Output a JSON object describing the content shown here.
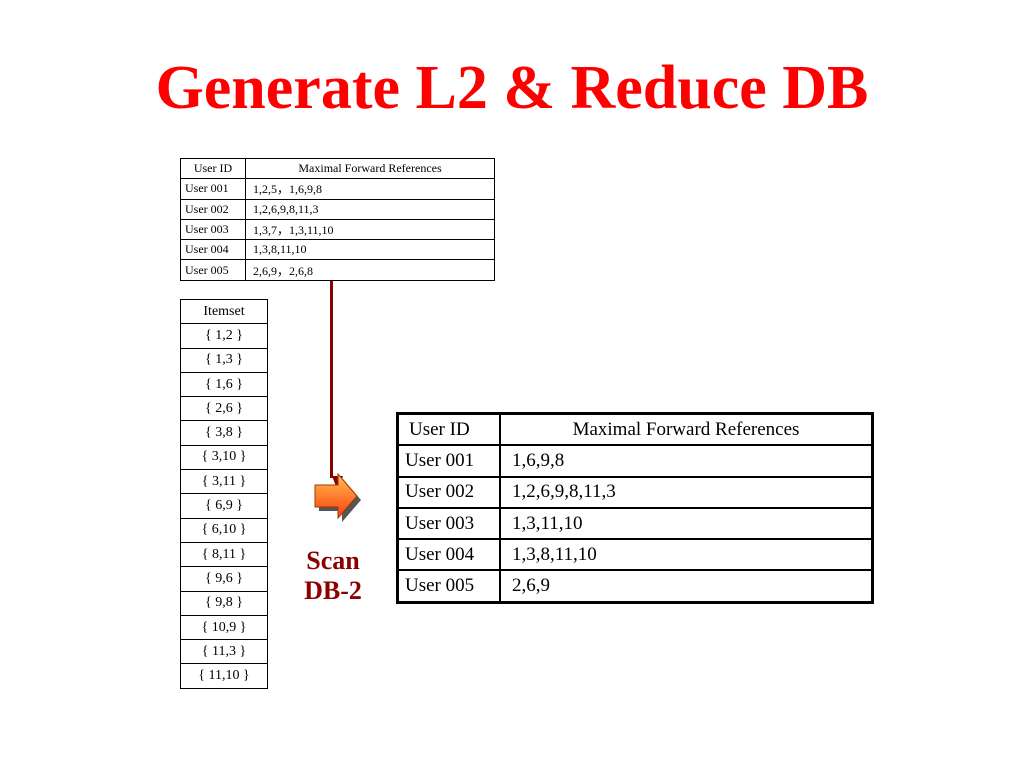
{
  "slide": {
    "title": "Generate L2 & Reduce DB"
  },
  "original_db": {
    "headers": [
      "User ID",
      "Maximal Forward References"
    ],
    "rows": [
      {
        "user": "User 001",
        "refs": "1,2,5，1,6,9,8"
      },
      {
        "user": "User 002",
        "refs": "1,2,6,9,8,11,3"
      },
      {
        "user": "User 003",
        "refs": "1,3,7，1,3,11,10"
      },
      {
        "user": "User 004",
        "refs": "1,3,8,11,10"
      },
      {
        "user": "User 005",
        "refs": "2,6,9，2,6,8"
      }
    ]
  },
  "itemsets": {
    "header": "Itemset",
    "items": [
      "{ 1,2 }",
      "{ 1,3 }",
      "{ 1,6 }",
      "{ 2,6 }",
      "{ 3,8 }",
      "{ 3,10 }",
      "{ 3,11 }",
      "{ 6,9 }",
      "{ 6,10 }",
      "{ 8,11 }",
      "{ 9,6 }",
      "{ 9,8 }",
      "{ 10,9 }",
      "{ 11,3 }",
      "{ 11,10 }"
    ]
  },
  "scan_label": {
    "line1": "Scan",
    "line2": "DB-2"
  },
  "reduced_db": {
    "headers": [
      "User ID",
      "Maximal Forward References"
    ],
    "rows": [
      {
        "user": "User 001",
        "refs": "1,6,9,8"
      },
      {
        "user": "User 002",
        "refs": "1,2,6,9,8,11,3"
      },
      {
        "user": "User 003",
        "refs": "1,3,11,10"
      },
      {
        "user": "User 004",
        "refs": "1,3,8,11,10"
      },
      {
        "user": "User 005",
        "refs": "2,6,9"
      }
    ]
  },
  "colors": {
    "title": "#ff0000",
    "accent": "#8b0000",
    "arrow_fill": "#ff8a2a"
  },
  "icons": {
    "connector": "down-arrow-icon",
    "scan": "right-block-arrow-icon"
  }
}
